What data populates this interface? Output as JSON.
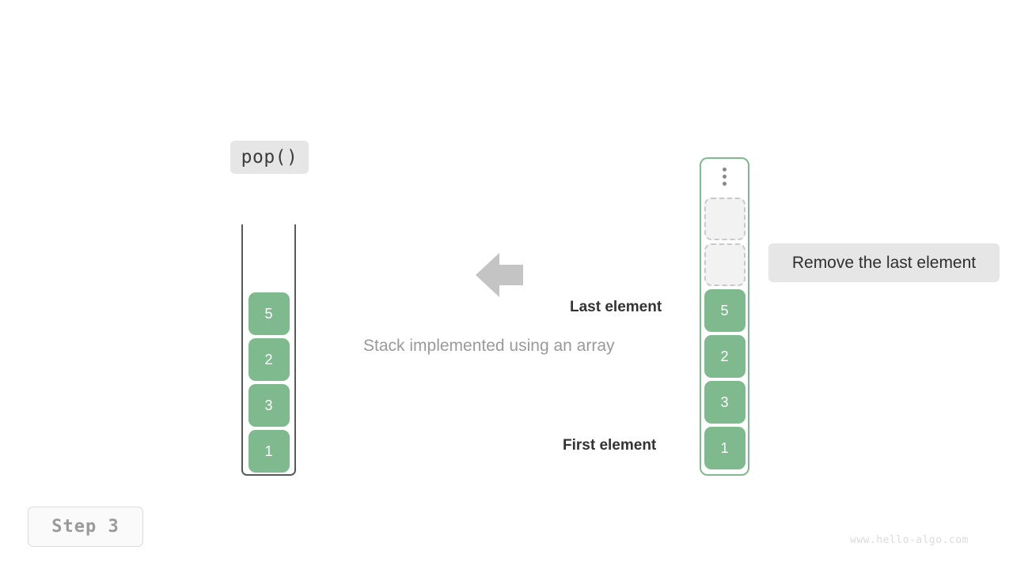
{
  "operation": {
    "label": "pop()"
  },
  "left_stack": {
    "name": "array-stack-before",
    "cells": [
      {
        "value": "5",
        "state": "filled"
      },
      {
        "value": "2",
        "state": "filled"
      },
      {
        "value": "3",
        "state": "filled"
      },
      {
        "value": "1",
        "state": "filled"
      }
    ]
  },
  "right_stack": {
    "name": "array-stack-after",
    "ellipsis_icon": "vertical-ellipsis-icon",
    "cells": [
      {
        "value": "",
        "state": "empty"
      },
      {
        "value": "",
        "state": "empty"
      },
      {
        "value": "5",
        "state": "filled"
      },
      {
        "value": "2",
        "state": "filled"
      },
      {
        "value": "3",
        "state": "filled"
      },
      {
        "value": "1",
        "state": "filled"
      }
    ]
  },
  "annotations": {
    "last_element": "Last element",
    "first_element": "First element",
    "caption": "Stack implemented using an array",
    "callout": "Remove the last element",
    "arrow_icon": "arrow-left-icon"
  },
  "step": {
    "label": "Step 3"
  },
  "watermark": {
    "text": "www.hello-algo.com"
  },
  "colors": {
    "element_green": "#7fba8e",
    "container_border_green": "#7fba8e",
    "container_border_dark": "#58585a",
    "label_background": "#e6e6e6",
    "empty_slot_fill": "#f2f2f2",
    "empty_slot_border": "#c9c9c9",
    "arrow_gray": "#c4c4c4",
    "caption_gray": "#9a9a9a",
    "step_text_gray": "#9a9a9a",
    "watermark_gray": "#dcdcdc"
  }
}
